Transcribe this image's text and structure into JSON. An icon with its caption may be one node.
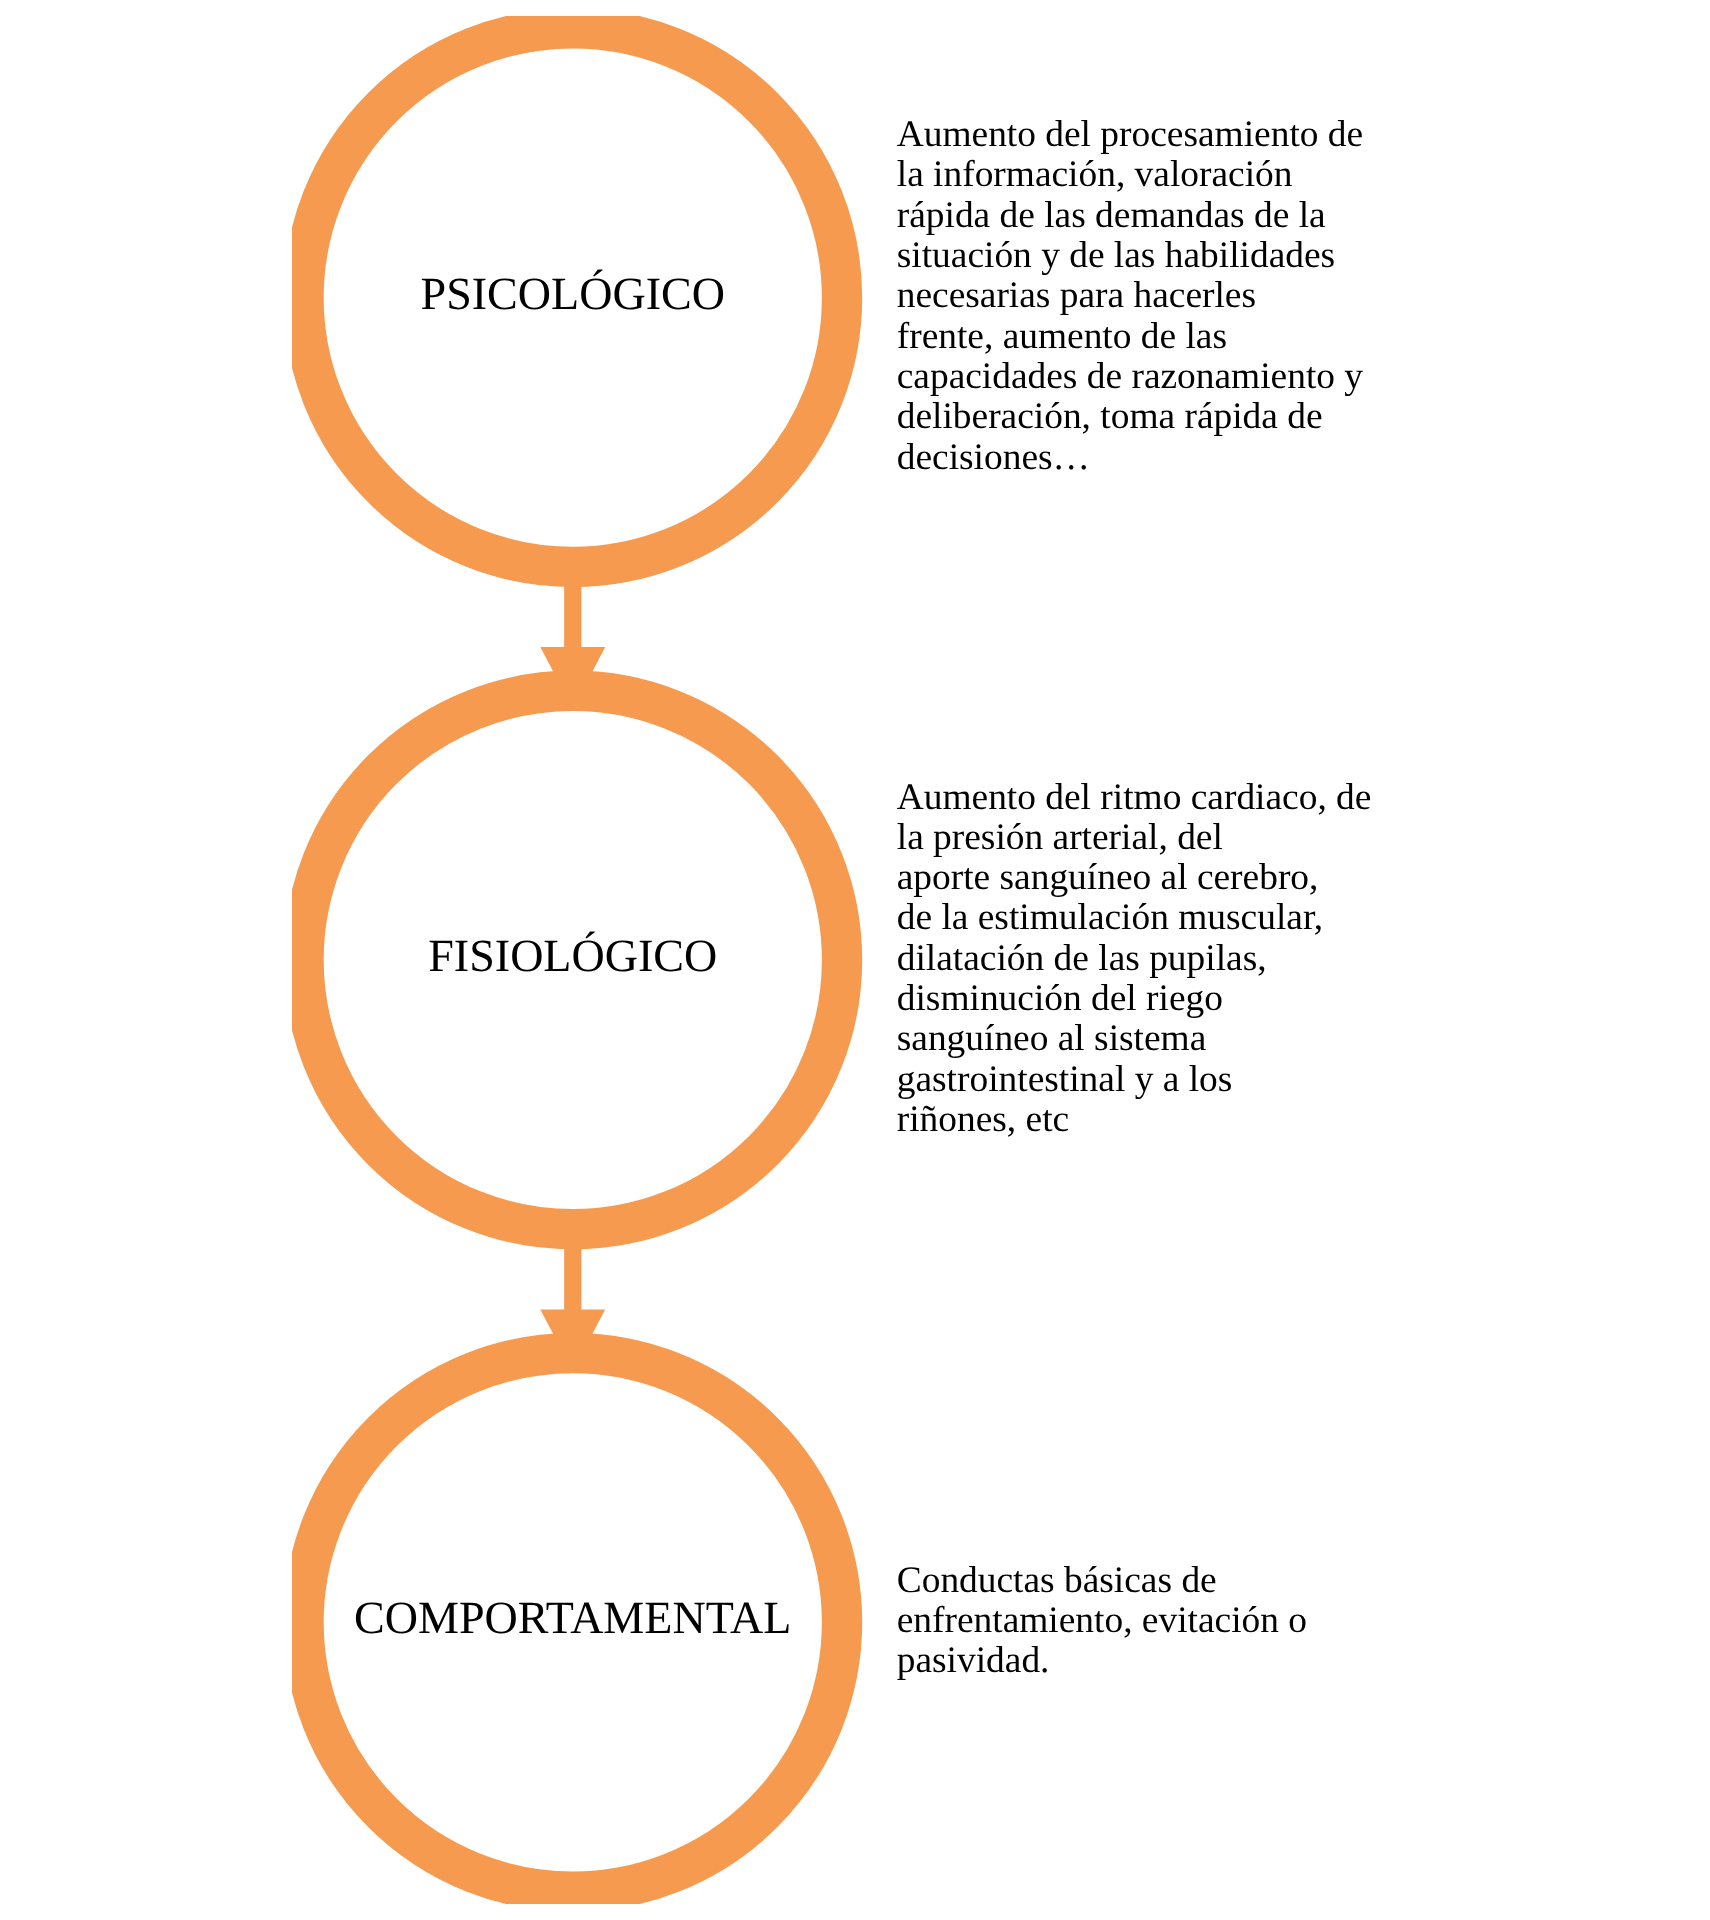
{
  "diagram": {
    "nodes": [
      {
        "text": [
          "PSICOLÓGICO"
        ],
        "beside": [
          "Aumento del procesamiento de la información, valoración rápida de las demandas de la situación y de las habilidades necesarias para hacerles frente, aumento de las capacidades de razonamiento y deliberación, toma rápida de decisiones…"
        ]
      },
      {
        "text": [
          "FISIOLÓGICO"
        ],
        "beside": [
          "Aumento del ritmo cardiaco, de la presión arterial, del aporte sanguíneo al cerebro, de la estimulación muscular, dilatación de las pupilas, disminución del riego sanguíneo al sistema gastrointestinal y a los riñones, etc"
        ]
      },
      {
        "text": [
          "COMPORTAMENTAL"
        ],
        "beside": [
          "Conductas básicas de enfrentamiento, evitación o pasividad."
        ]
      }
    ],
    "edges": [
      {
        "from": 0,
        "to": 1,
        "arrow": "to"
      },
      {
        "from": 1,
        "to": 2,
        "arrow": "to"
      }
    ]
  }
}
